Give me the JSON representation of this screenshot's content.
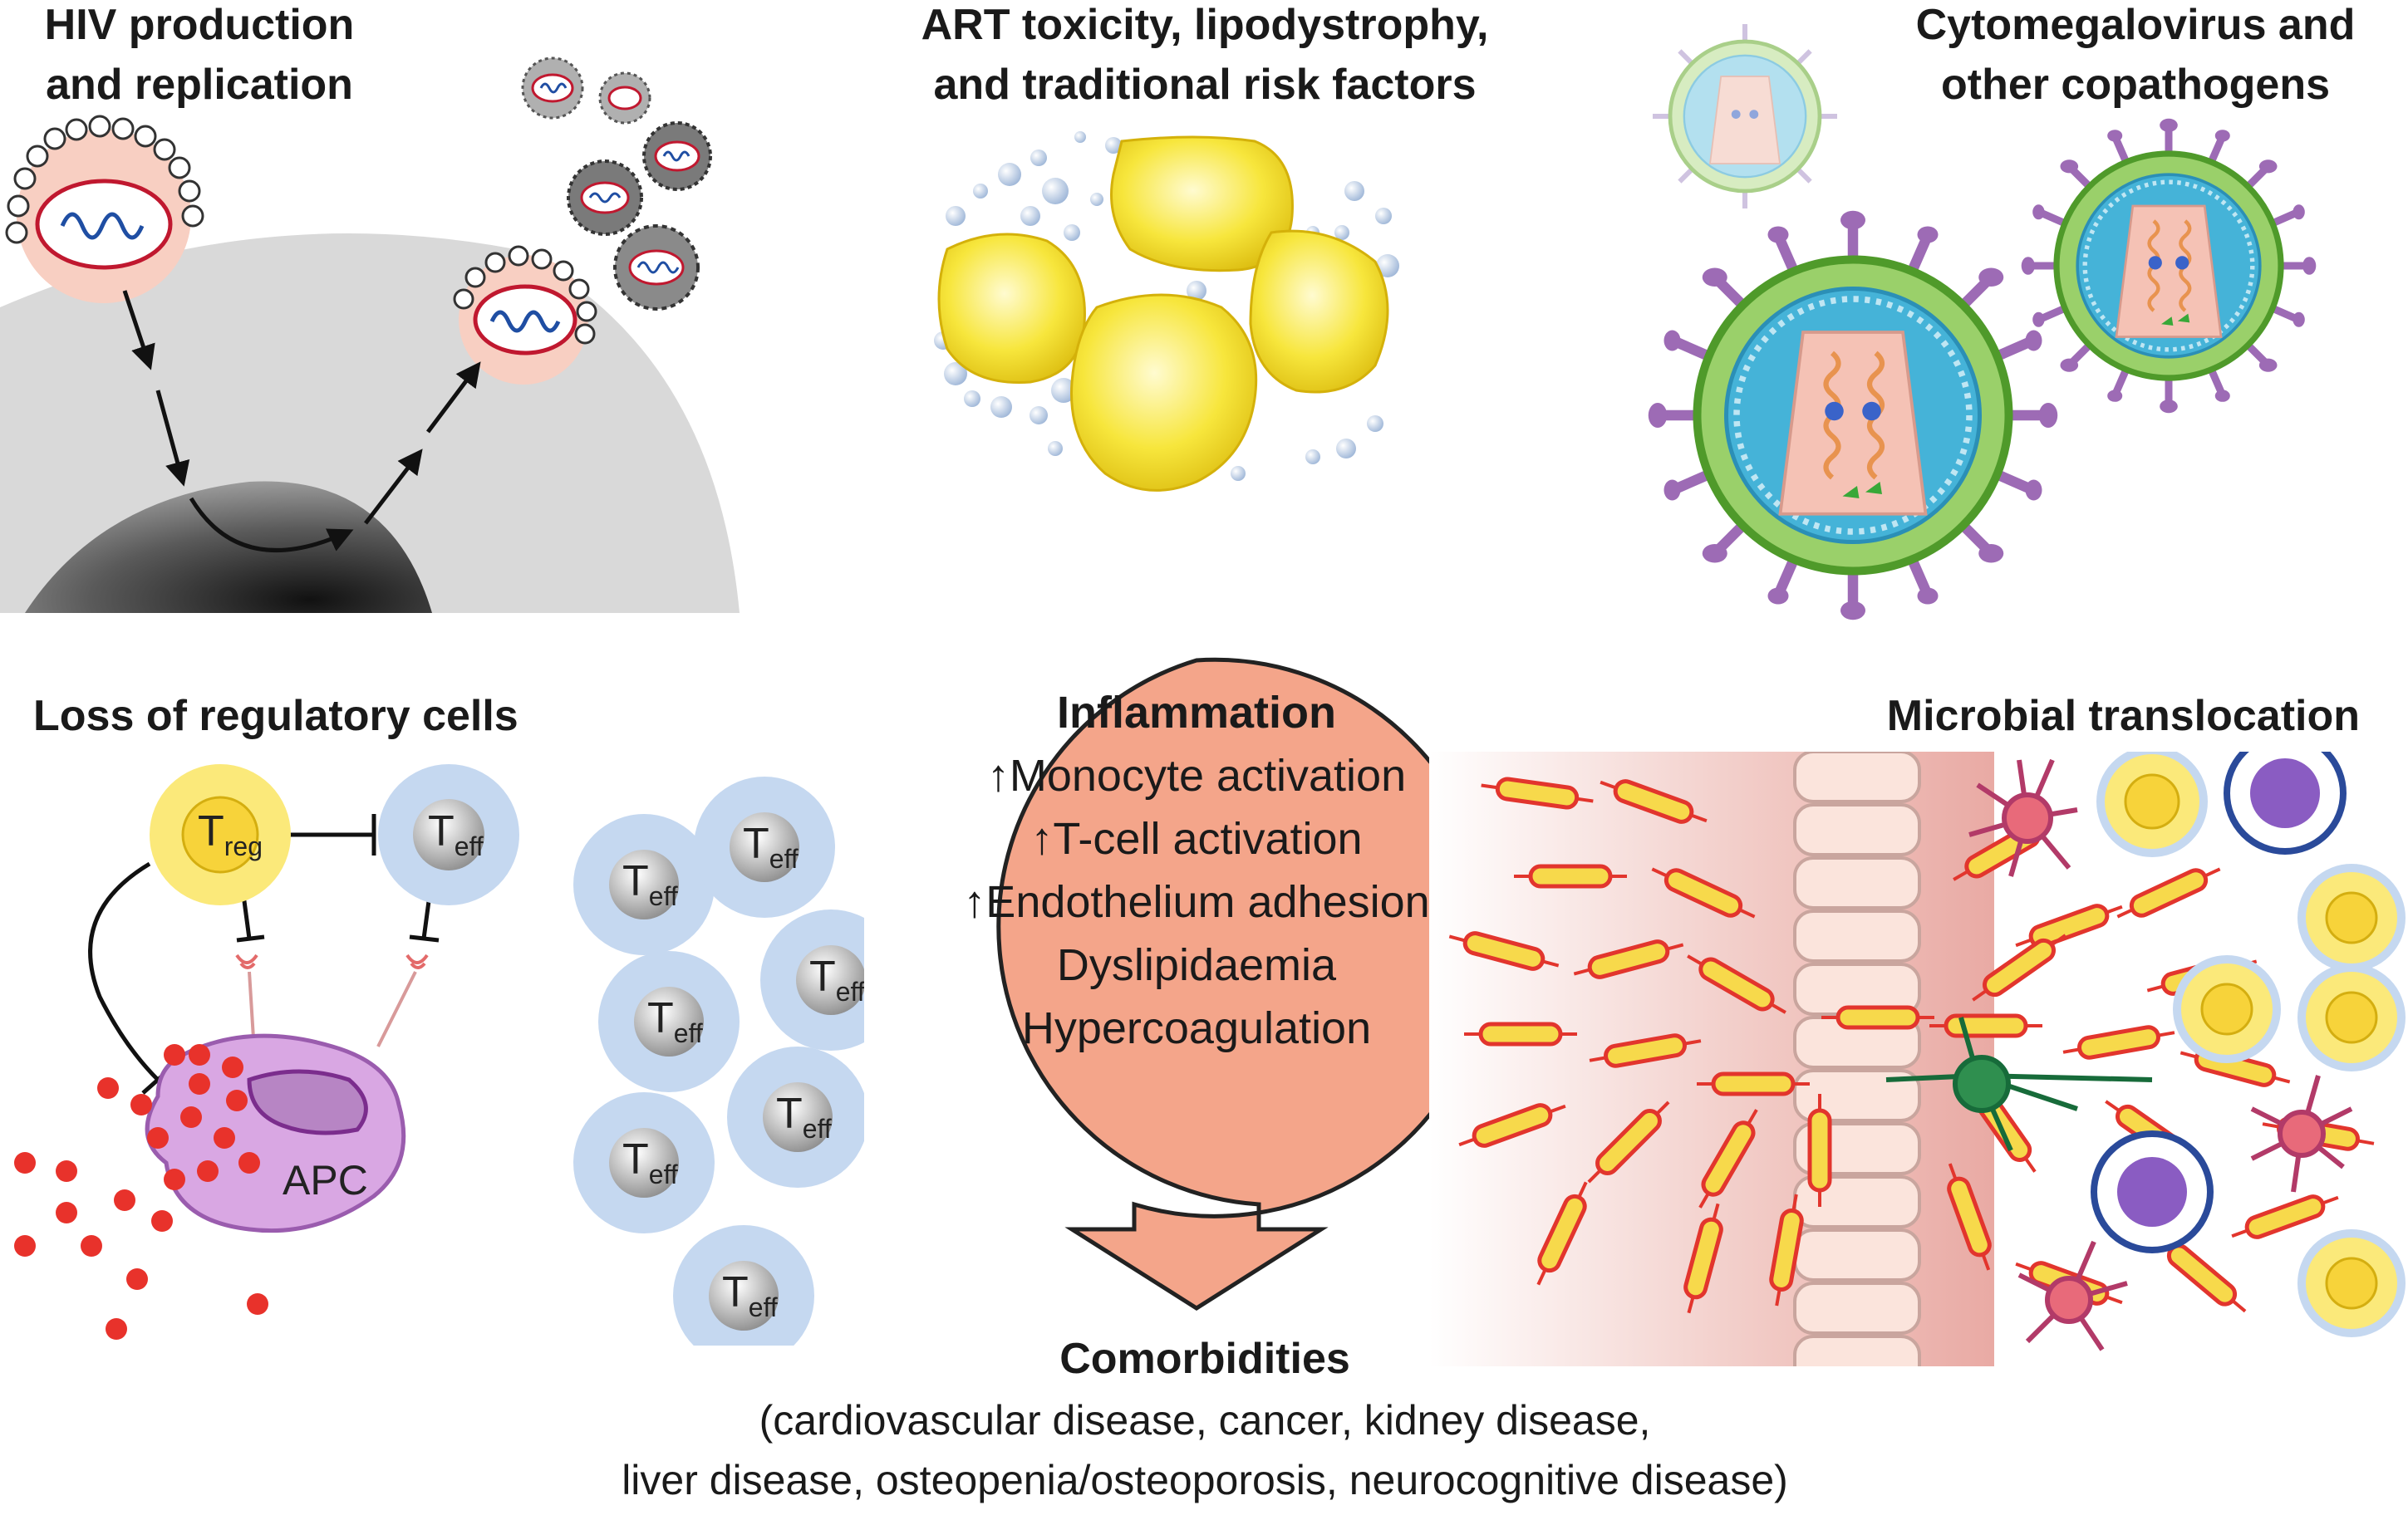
{
  "panels": {
    "hiv": {
      "title_line1": "HIV production",
      "title_line2": "and replication"
    },
    "art": {
      "title_line1": "ART toxicity, lipodystrophy,",
      "title_line2": "and traditional risk factors"
    },
    "cmv": {
      "title_line1": "Cytomegalovirus and",
      "title_line2": "other copathogens"
    },
    "treg": {
      "title": "Loss of regulatory cells",
      "treg_main": "T",
      "treg_sub": "reg",
      "teff_main": "T",
      "teff_sub": "eff",
      "apc_label": "APC"
    },
    "microbial": {
      "title": "Microbial translocation"
    }
  },
  "inflammation": {
    "title": "Inflammation",
    "items": [
      "↑Monocyte activation",
      "↑T-cell activation",
      "↑Endothelium adhesion",
      "Dyslipidaemia",
      "Hypercoagulation"
    ]
  },
  "comorbidities": {
    "title": "Comorbidities",
    "line1": "(cardiovascular disease, cancer, kidney disease,",
    "line2": "liver disease, osteopenia/osteoporosis, neurocognitive disease)"
  },
  "colors": {
    "inflammation_fill": "#f4a58a",
    "fat_yellow": "#f5e23a",
    "teff_blue": "#c5d8f0",
    "treg_yellow": "#fbe97a",
    "apc_purple": "#d6a6e0",
    "bacteria_red": "#e8322b",
    "cmv_green": "#a7d67a",
    "cmv_blue": "#4bb6d9"
  }
}
